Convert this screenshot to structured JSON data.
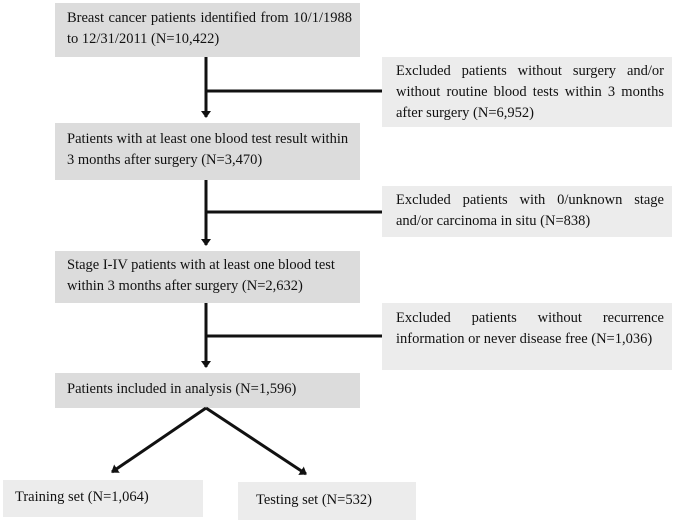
{
  "flowchart": {
    "main_boxes": [
      {
        "id": "identified",
        "text": "Breast cancer patients identified from 10/1/1988 to 12/31/2011 (N=10,422)"
      },
      {
        "id": "blood_test",
        "text": "Patients with at least one blood test result within 3 months after surgery (N=3,470)"
      },
      {
        "id": "stage",
        "text": "Stage I-IV patients with at least one blood test within 3 months after surgery (N=2,632)"
      },
      {
        "id": "included",
        "text": "Patients included in analysis (N=1,596)"
      }
    ],
    "exclusion_boxes": [
      {
        "id": "excl1",
        "text": "Excluded patients without surgery and/or without routine blood tests within 3 months after surgery (N=6,952)"
      },
      {
        "id": "excl2",
        "text": "Excluded patients with 0/unknown stage and/or carcinoma in situ (N=838)"
      },
      {
        "id": "excl3",
        "text": "Excluded patients without recurrence information or never disease free (N=1,036)"
      }
    ],
    "split_boxes": [
      {
        "id": "training",
        "text": "Training set (N=1,064)"
      },
      {
        "id": "testing",
        "text": "Testing set (N=532)"
      }
    ]
  }
}
